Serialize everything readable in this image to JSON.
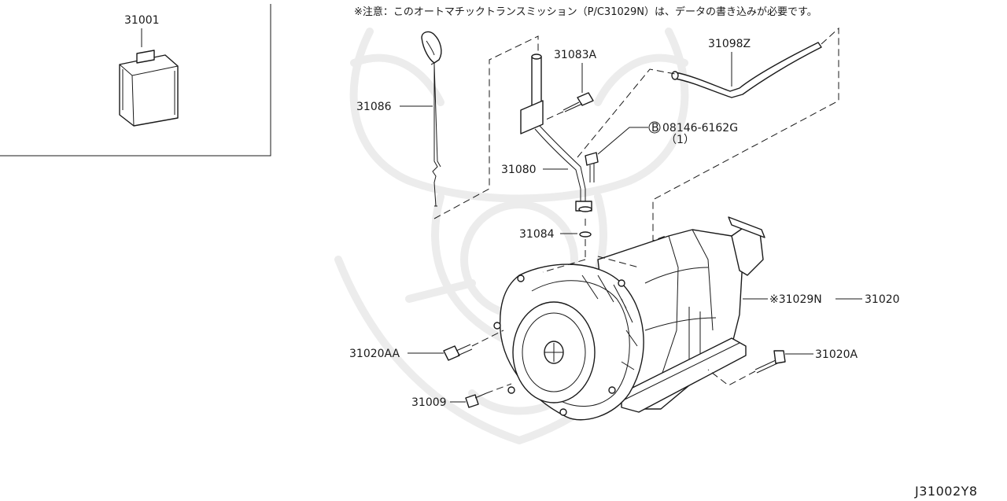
{
  "diagram": {
    "note": "※注意：このオートマチックトランスミッション（P/C31029N）は、データの書き込みが必要です。",
    "reference_code": "J31002Y8",
    "bolt_symbol": "B",
    "parts": {
      "p31001": "31001",
      "p31086": "31086",
      "p31083a": "31083A",
      "p31098z": "31098Z",
      "p08146": "08146-6162G",
      "p08146_qty": "（1）",
      "p31080": "31080",
      "p31084": "31084",
      "p31029n": "※31029N",
      "p31020": "31020",
      "p31020aa": "31020AA",
      "p31020a": "31020A",
      "p31009": "31009"
    }
  }
}
